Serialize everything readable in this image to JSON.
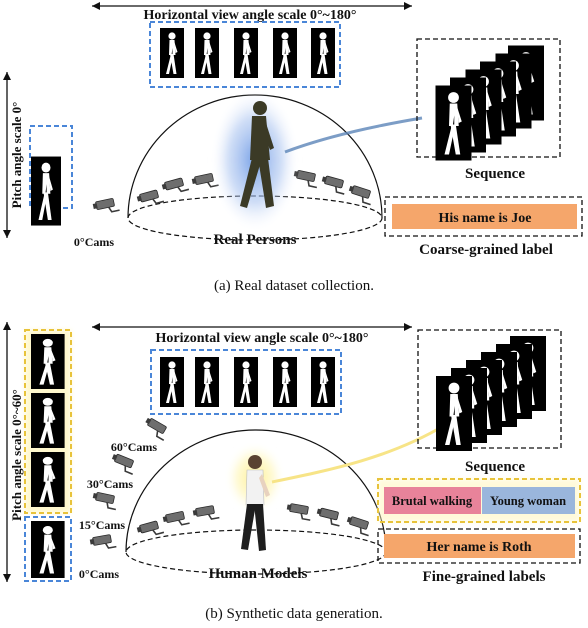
{
  "panel_a": {
    "horizontal_scale": "Horizontal view angle scale 0°~180°",
    "pitch_scale": "Pitch angle scale 0°",
    "camera_label": "0°Cams",
    "dome_label": "Real Persons",
    "sequence_label": "Sequence",
    "label_box_text": "His name is Joe",
    "label_caption": "Coarse-grained label",
    "caption": "(a)  Real dataset collection."
  },
  "panel_b": {
    "horizontal_scale": "Horizontal view angle scale 0°~180°",
    "pitch_scale": "Pitch angle scale 0°~60°",
    "camera_labels": [
      "60°Cams",
      "30°Cams",
      "15°Cams",
      "0°Cams"
    ],
    "dome_label": "Human Models",
    "sequence_label": "Sequence",
    "attribute_1": "Brutal walking",
    "attribute_2": "Young woman",
    "name_text": "Her name is Roth",
    "label_caption": "Fine-grained labels",
    "caption": "(b)  Synthetic data generation."
  },
  "colors": {
    "blue_dashed": "#4a86d8",
    "yellow_glow": "#ffe27a",
    "orange_label": "#f5a66b",
    "pink_label": "#e8839a",
    "lightblue_label": "#9ab6dc",
    "silhouette_bg": "#000000",
    "silhouette_fg": "#ffffff"
  },
  "icons": [
    "walker-silhouette-icon",
    "camera-icon",
    "person-figure-icon"
  ]
}
